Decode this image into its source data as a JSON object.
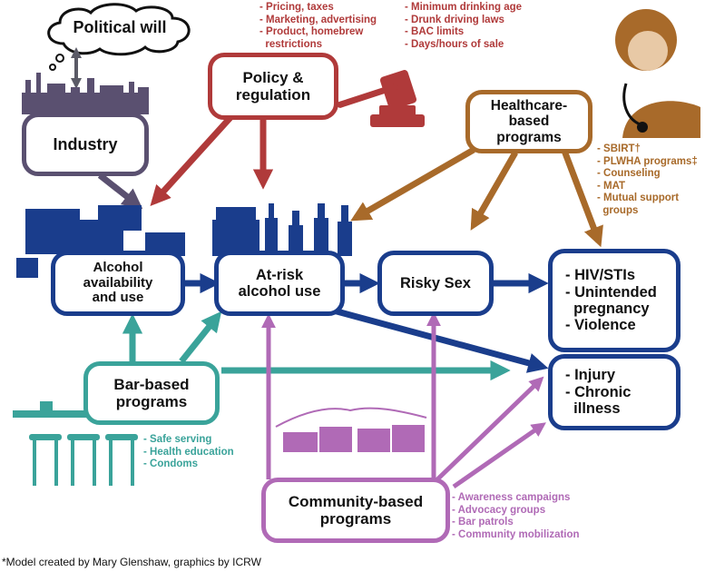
{
  "colors": {
    "blue": "#1a3d8c",
    "red": "#b03a3a",
    "brown": "#a86a2a",
    "teal": "#3aa39a",
    "purple": "#b06ab6",
    "industry": "#5a5070"
  },
  "nodes": {
    "political_will": "Political will",
    "industry": "Industry",
    "policy": "Policy & regulation",
    "healthcare": "Healthcare-based programs",
    "alcohol_availability": "Alcohol availability and use",
    "at_risk": "At-risk alcohol use",
    "risky_sex": "Risky Sex",
    "outcomes_hiv": [
      "- HIV/STIs",
      "- Unintended",
      "  pregnancy",
      "- Violence"
    ],
    "outcomes_injury": [
      "- Injury",
      "- Chronic",
      "  illness"
    ],
    "bar_based": "Bar-based programs",
    "community": "Community-based programs"
  },
  "lists": {
    "policy_left": [
      "- Pricing, taxes",
      "- Marketing, advertising",
      "- Product, homebrew",
      "  restrictions"
    ],
    "policy_right": [
      "- Minimum drinking age",
      "- Drunk driving laws",
      "- BAC limits",
      "- Days/hours of sale"
    ],
    "healthcare": [
      "- SBIRT†",
      "- PLWHA programs‡",
      "- Counseling",
      "- MAT",
      "- Mutual support",
      "  groups"
    ],
    "bar": [
      "- Safe serving",
      "- Health education",
      "- Condoms"
    ],
    "community": [
      "- Awareness campaigns",
      "- Advocacy groups",
      "- Bar patrols",
      "- Community mobilization"
    ]
  },
  "footnote": "*Model created by Mary Glenshaw, graphics by ICRW"
}
